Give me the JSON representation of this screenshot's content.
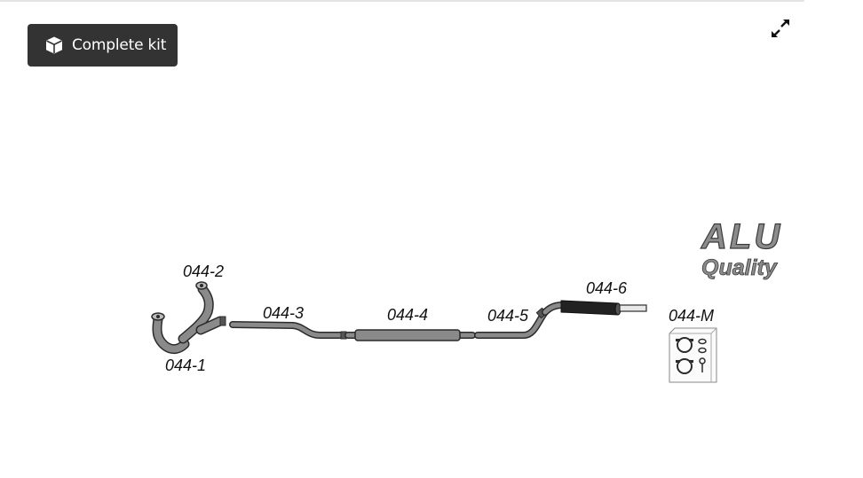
{
  "toolbar": {
    "complete_kit_label": "Complete kit",
    "complete_kit_icon": "box-icon",
    "expand_icon": "expand-arrows-icon"
  },
  "diagram": {
    "parts": [
      {
        "id": "044-1"
      },
      {
        "id": "044-2"
      },
      {
        "id": "044-3"
      },
      {
        "id": "044-4"
      },
      {
        "id": "044-5"
      },
      {
        "id": "044-6"
      },
      {
        "id": "044-M"
      }
    ],
    "badge": {
      "title": "ALU",
      "subtitle": "Quality"
    }
  },
  "colors": {
    "button_bg": "#333333",
    "button_text": "#ffffff",
    "pipe_fill": "#8a8a8a",
    "pipe_outline": "#2b2b2b",
    "muffler_fill": "#222222"
  }
}
